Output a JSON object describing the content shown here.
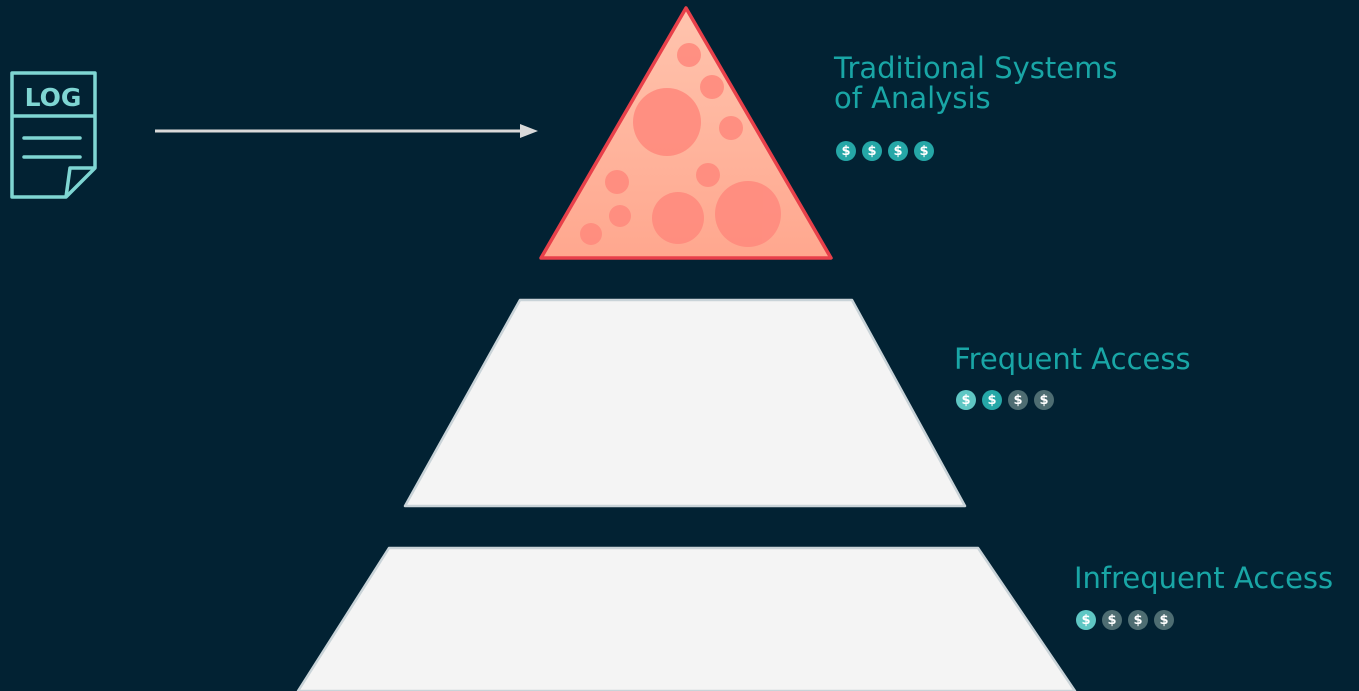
{
  "log_icon": {
    "text": "LOG",
    "icon": "log-file-icon",
    "color": "#7fd6d3"
  },
  "arrow": {
    "color": "#d9d9d9"
  },
  "tiers": [
    {
      "label_lines": [
        "Traditional Systems",
        "of Analysis"
      ],
      "coins": [
        "$",
        "$",
        "$",
        "$"
      ],
      "active_coins": 4,
      "fill": "#ffb199",
      "stroke": "#e8404a"
    },
    {
      "label_lines": [
        "Frequent Access"
      ],
      "coins": [
        "$",
        "$",
        "$",
        "$"
      ],
      "active_coins": 2,
      "fill": "#f4f4f4",
      "stroke": "#c9d3d8"
    },
    {
      "label_lines": [
        "Infrequent Access"
      ],
      "coins": [
        "$",
        "$",
        "$",
        "$"
      ],
      "active_coins": 1,
      "fill": "#f4f4f4",
      "stroke": "#c9d3d8"
    }
  ],
  "colors": {
    "background": "#022233",
    "label": "#19a6a6",
    "coin_active": "#25a7a7",
    "coin_active_first": "#5fc7c4",
    "coin_inactive": "#4e6d72"
  }
}
